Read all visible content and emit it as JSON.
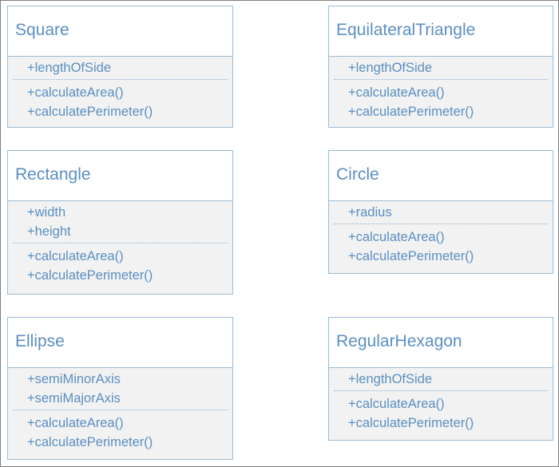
{
  "diagram": {
    "type": "UML class diagram",
    "classes": [
      {
        "name": "Square",
        "attributes": [
          "+lengthOfSide"
        ],
        "methods": [
          "+calculateArea()",
          "+calculatePerimeter()"
        ]
      },
      {
        "name": "EquilateralTriangle",
        "attributes": [
          "+lengthOfSide"
        ],
        "methods": [
          "+calculateArea()",
          "+calculatePerimeter()"
        ]
      },
      {
        "name": "Rectangle",
        "attributes": [
          "+width",
          "+height"
        ],
        "methods": [
          "+calculateArea()",
          "+calculatePerimeter()"
        ]
      },
      {
        "name": "Circle",
        "attributes": [
          "+radius"
        ],
        "methods": [
          "+calculateArea()",
          "+calculatePerimeter()"
        ]
      },
      {
        "name": "Ellipse",
        "attributes": [
          "+semiMinorAxis",
          "+semiMajorAxis"
        ],
        "methods": [
          "+calculateArea()",
          "+calculatePerimeter()"
        ]
      },
      {
        "name": "RegularHexagon",
        "attributes": [
          "+lengthOfSide"
        ],
        "methods": [
          "+calculateArea()",
          "+calculatePerimeter()"
        ]
      }
    ],
    "colors": {
      "text": "#5b8fc2",
      "border": "#9bbbd6",
      "body_bg": "#f2f2f2",
      "frame": "#7f7f7f"
    }
  }
}
